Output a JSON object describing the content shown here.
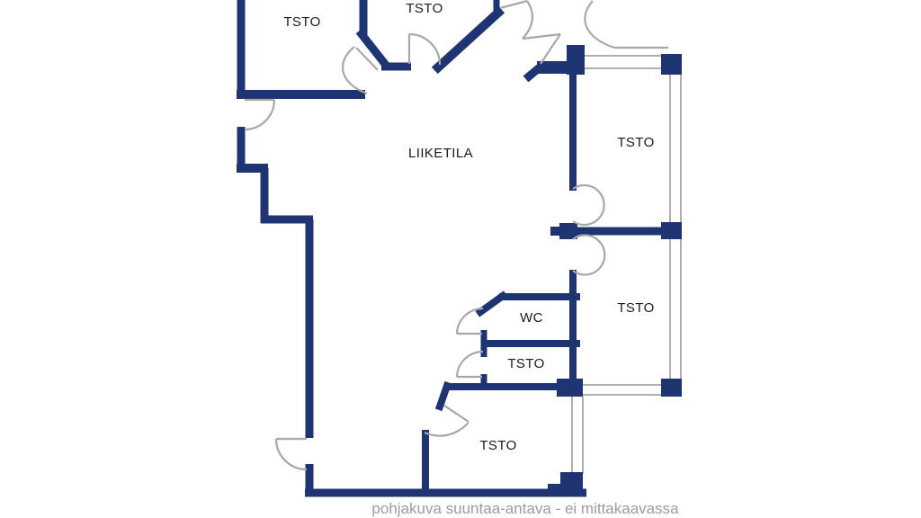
{
  "floorplan": {
    "footer_note": "pohjakuva suuntaa-antava - ei mittakaavassa",
    "labels": {
      "office_top_left": "TSTO",
      "office_top_middle": "TSTO",
      "office_right_upper": "TSTO",
      "office_right_lower": "TSTO",
      "wc": "WC",
      "office_middle_small": "TSTO",
      "office_bottom": "TSTO",
      "retail_space": "LIIKETILA"
    },
    "colors": {
      "wall": "#1f3473",
      "door_arc": "#a8a8a8",
      "window": "#b0b0b0",
      "label_text": "#1a1a1a",
      "footer_text": "#9c9c9c",
      "background": "#ffffff"
    }
  }
}
